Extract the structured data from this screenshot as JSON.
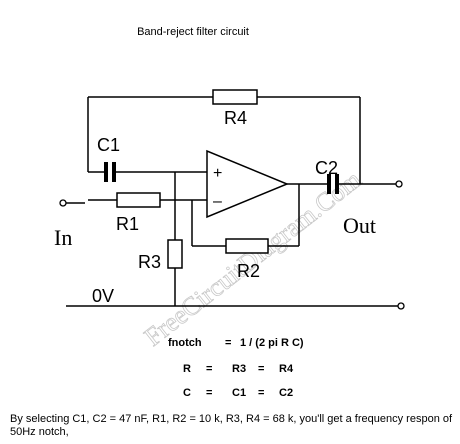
{
  "title": "Band-reject filter circuit",
  "labels": {
    "c1": "C1",
    "c2": "C2",
    "r1": "R1",
    "r2": "R2",
    "r3": "R3",
    "r4": "R4",
    "input": "In",
    "output": "Out",
    "ground": "0V",
    "plus": "+",
    "minus": "–"
  },
  "watermark": "FreeCircuitDiagram.Com",
  "formulas": {
    "fnotch_label": "fnotch",
    "fnotch_eq": "=",
    "fnotch_expr": "1 / (2 pi R C)",
    "r_row": [
      "R",
      "=",
      "R3",
      "=",
      "R4"
    ],
    "c_row": [
      "C",
      "=",
      "C1",
      "=",
      "C2"
    ]
  },
  "note": "By selecting C1, C2 = 47 nF, R1, R2 = 10 k, R3, R4 = 68 k, you'll get a frequency respon of 50Hz notch,"
}
